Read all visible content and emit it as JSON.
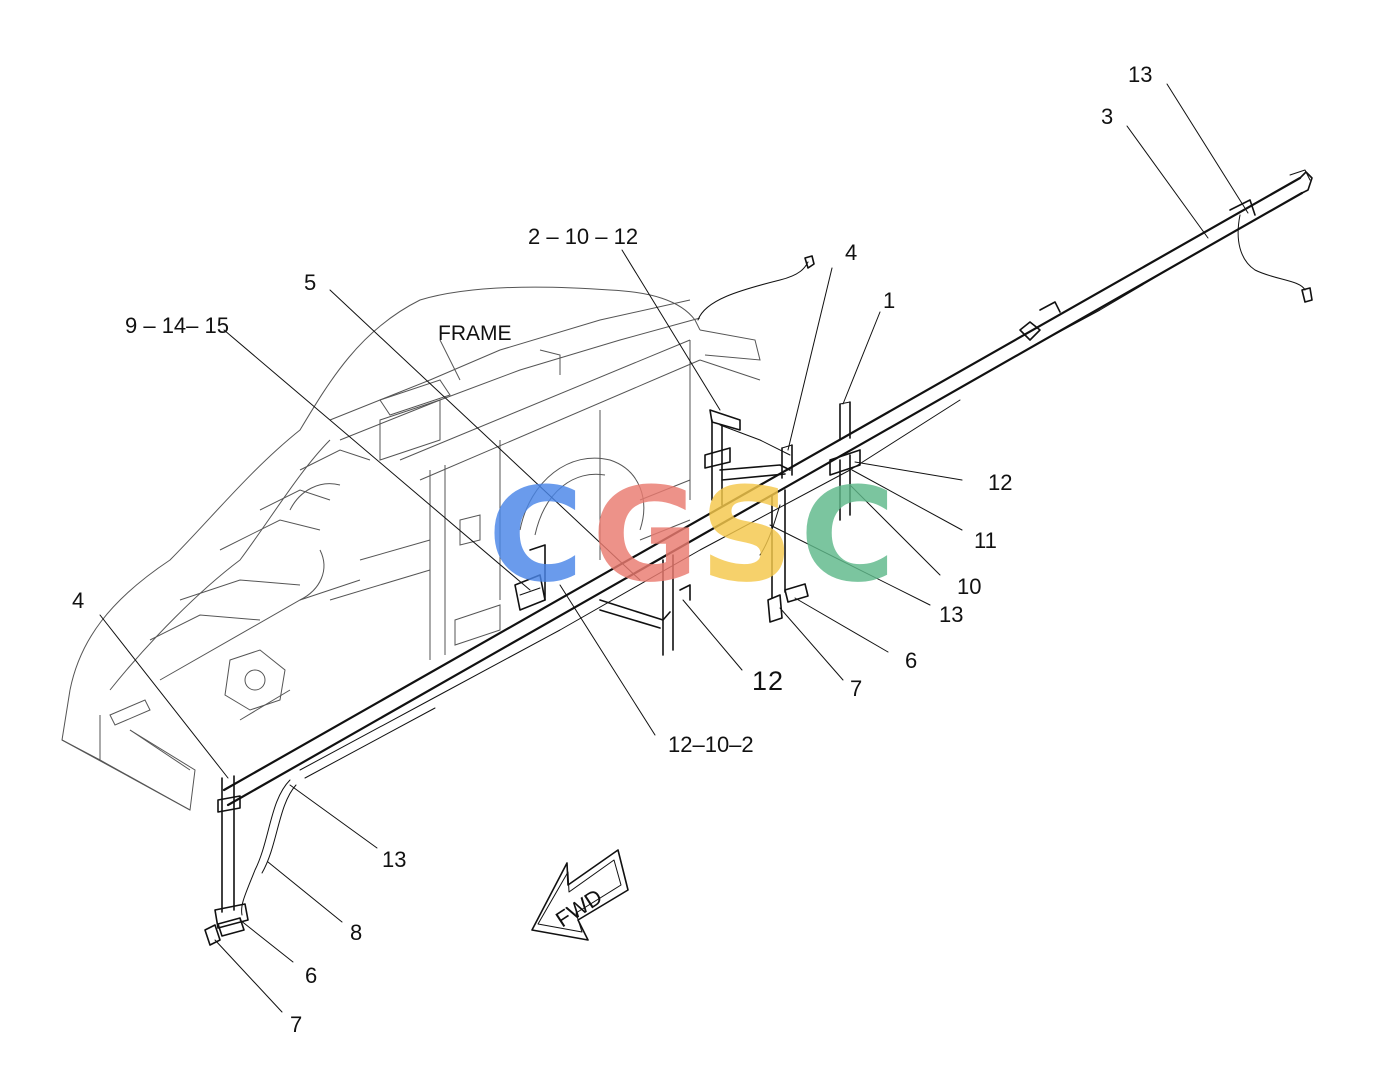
{
  "frame_label": "FRAME",
  "fwd_label": "FWD",
  "watermark": {
    "letters": [
      "C",
      "G",
      "S",
      "C"
    ],
    "colors": [
      "#4a86e8",
      "#ea7b70",
      "#f5c84b",
      "#5fb98a"
    ]
  },
  "callouts": [
    {
      "id": "c13-top",
      "text": "13"
    },
    {
      "id": "c3",
      "text": "3"
    },
    {
      "id": "c2-10-12",
      "text": "2 – 10 – 12"
    },
    {
      "id": "c4-top",
      "text": "4"
    },
    {
      "id": "c1",
      "text": "1"
    },
    {
      "id": "c5",
      "text": "5"
    },
    {
      "id": "c9-14-15",
      "text": "9 – 14– 15"
    },
    {
      "id": "c12-right",
      "text": "12"
    },
    {
      "id": "c11",
      "text": "11"
    },
    {
      "id": "c10",
      "text": "10"
    },
    {
      "id": "c13-mid",
      "text": "13"
    },
    {
      "id": "c6-right",
      "text": "6"
    },
    {
      "id": "c7-right",
      "text": "7"
    },
    {
      "id": "c12-big",
      "text": "12"
    },
    {
      "id": "c12-10-2",
      "text": "12–10–2"
    },
    {
      "id": "c4-left",
      "text": "4"
    },
    {
      "id": "c13-bottom",
      "text": "13"
    },
    {
      "id": "c8",
      "text": "8"
    },
    {
      "id": "c6-left",
      "text": "6"
    },
    {
      "id": "c7-left",
      "text": "7"
    }
  ]
}
